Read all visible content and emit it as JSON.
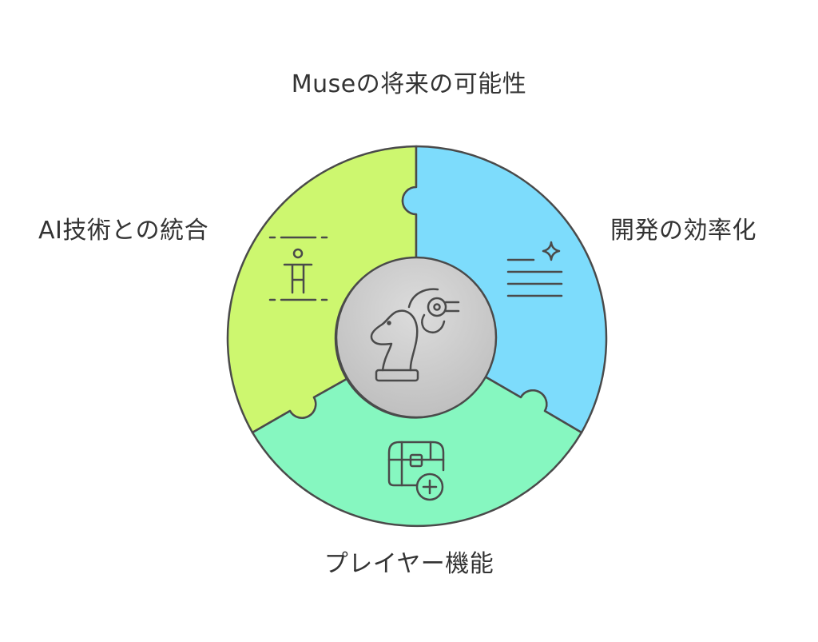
{
  "title": "Museの将来の可能性",
  "segments": [
    {
      "label": "AI技術との統合",
      "color": "#cdf76f",
      "icon": "accessibility-person-icon"
    },
    {
      "label": "開発の効率化",
      "color": "#7ddcfc",
      "icon": "text-lines-sparkle-icon"
    },
    {
      "label": "プレイヤー機能",
      "color": "#86f7c0",
      "icon": "treasure-chest-plus-icon"
    }
  ],
  "center": {
    "color": "#cccccc",
    "icon": "chess-knight-icon"
  },
  "colors": {
    "stroke": "#4a4a4a",
    "text": "#333333"
  }
}
